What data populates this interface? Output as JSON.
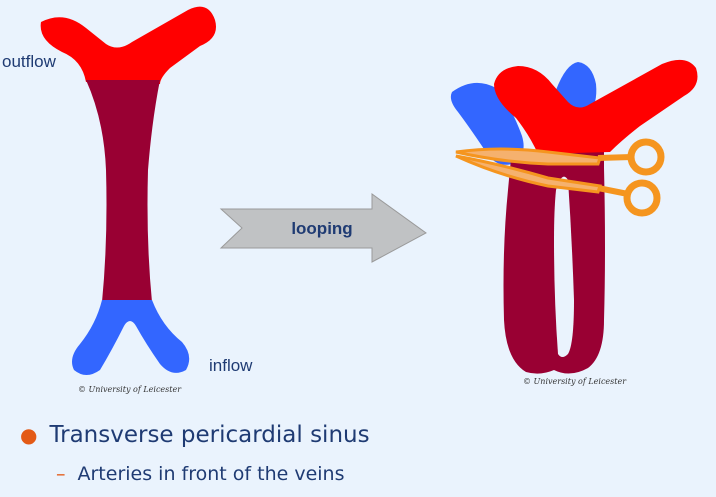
{
  "labels": {
    "outflow": "outflow",
    "inflow": "inflow",
    "looping": "looping",
    "copyright": "© University of Leicester"
  },
  "bullets": {
    "main": "Transverse pericardial sinus",
    "sub": "Arteries in front of the veins"
  },
  "colors": {
    "background": "#eaf3fd",
    "artery_red": "#ff0000",
    "heart_tube": "#990033",
    "vein_blue": "#3366ff",
    "arrow_gray": "#c0c2c4",
    "scissors_orange": "#f5951f",
    "bullet_orange": "#e35a16",
    "text_navy": "#1f3b73"
  },
  "icons": {
    "bullet": "orange-dot",
    "sub_bullet": "orange-dash",
    "scissors": "scissors-icon",
    "arrow": "right-arrow"
  }
}
